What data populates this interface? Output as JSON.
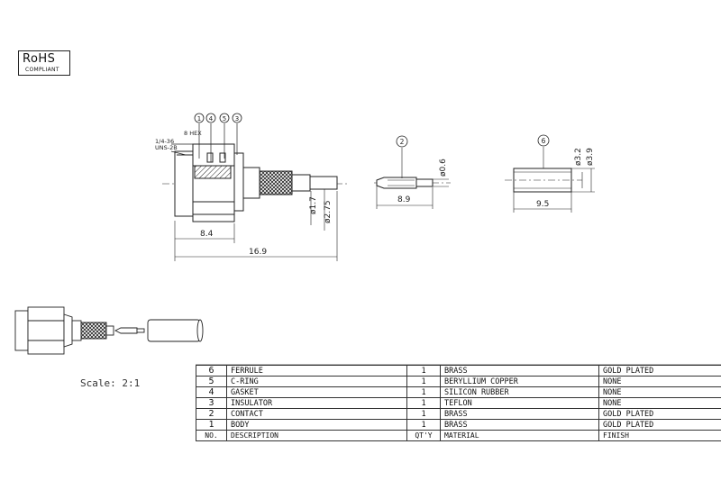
{
  "rohs": {
    "line1": "RoHS",
    "line2": "COMPLIANT"
  },
  "scale_label": "Scale: 2:1",
  "drawing": {
    "callouts_main": [
      "1",
      "4",
      "5",
      "3"
    ],
    "callout_contact": "2",
    "callout_ferrule": "6",
    "thread_label_1": "1/4-36",
    "thread_label_2": "UNS-2B",
    "hex_label": "8 HEX",
    "dim_8_4": "8.4",
    "dim_16_9": "16.9",
    "dim_d1_7": "ø1.7",
    "dim_d2_75": "ø2.75",
    "dim_d0_6": "ø0.6",
    "dim_8_9": "8.9",
    "dim_d3_2": "ø3.2",
    "dim_d3_9": "ø3.9",
    "dim_9_5": "9.5"
  },
  "bom": {
    "header": {
      "no": "NO.",
      "description": "DESCRIPTION",
      "qty": "QT'Y",
      "material": "MATERIAL",
      "finish": "FINISH"
    },
    "rows": [
      {
        "no": "6",
        "description": "FERRULE",
        "qty": "1",
        "material": "BRASS",
        "finish": "GOLD PLATED"
      },
      {
        "no": "5",
        "description": "C-RING",
        "qty": "1",
        "material": "BERYLLIUM COPPER",
        "finish": "NONE"
      },
      {
        "no": "4",
        "description": "GASKET",
        "qty": "1",
        "material": "SILICON RUBBER",
        "finish": "NONE"
      },
      {
        "no": "3",
        "description": "INSULATOR",
        "qty": "1",
        "material": "TEFLON",
        "finish": "NONE"
      },
      {
        "no": "2",
        "description": "CONTACT",
        "qty": "1",
        "material": "BRASS",
        "finish": "GOLD PLATED"
      },
      {
        "no": "1",
        "description": "BODY",
        "qty": "1",
        "material": "BRASS",
        "finish": "GOLD PLATED"
      }
    ]
  }
}
